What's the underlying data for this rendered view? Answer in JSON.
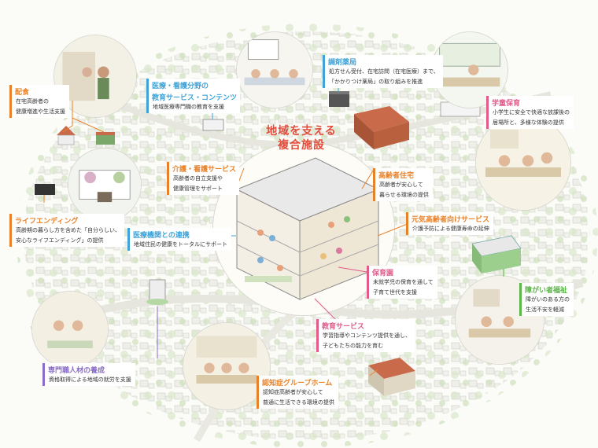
{
  "center": {
    "line1": "地域を支える",
    "line2": "複合施設"
  },
  "callouts": {
    "haishoku": {
      "title": "配食",
      "desc1": "在宅高齢者の",
      "desc2": "健康増進や生活支援"
    },
    "iryo_kyoiku": {
      "title": "医療・看護分野の",
      "title2": "教育サービス・コンテンツ",
      "desc1": "地域医療専門職の教育を支援"
    },
    "chozai": {
      "title": "調剤薬局",
      "desc1": "処方せん受付、在宅訪問（在宅医療）まで、",
      "desc2": "「かかりつけ薬局」の取り組みを推進"
    },
    "gakudo": {
      "title": "学童保育",
      "desc1": "小学生に安全で快適な放課後の",
      "desc2": "居場所と、多様な体験の提供"
    },
    "kaigo": {
      "title": "介護・看護サービス",
      "desc1": "高齢者の自立支援や",
      "desc2": "健康管理をサポート"
    },
    "koreisha_jutaku": {
      "title": "高齢者住宅",
      "desc1": "高齢者が安心して",
      "desc2": "暮らせる環境の提供"
    },
    "genki": {
      "title": "元気高齢者向けサービス",
      "desc1": "介護予防による健康寿命の延伸"
    },
    "life_ending": {
      "title": "ライフエンディング",
      "desc1": "高齢期の暮らし方を含めた「自分らしい、",
      "desc2": "安心なライフエンディング」の提供"
    },
    "iryo_renkei": {
      "title": "医療機関との連携",
      "desc1": "地域住民の健康をトータルにサポート"
    },
    "hoikuen": {
      "title": "保育園",
      "desc1": "未就学児の保育を通して",
      "desc2": "子育て世代を支援"
    },
    "shogai": {
      "title": "障がい者福祉",
      "desc1": "障がいのある方の",
      "desc2": "生活不安を軽減"
    },
    "kyoiku_service": {
      "title": "教育サービス",
      "desc1": "学習指導やコンテンツ提供を通し、",
      "desc2": "子どもたちの能力を育む"
    },
    "senmon": {
      "title": "専門職人材の養成",
      "desc1": "資格取得による地域の就労を支援"
    },
    "ninchisho": {
      "title": "認知症グループホーム",
      "desc1": "認知症高齢者が安心して",
      "desc2": "普通に生活できる環境の提供"
    }
  },
  "colors": {
    "orange": "#e8822a",
    "blue": "#3ea3d8",
    "pink": "#e05a8a",
    "green": "#5bb549",
    "purple": "#8a6cc9",
    "title_red": "#e34b3a"
  }
}
